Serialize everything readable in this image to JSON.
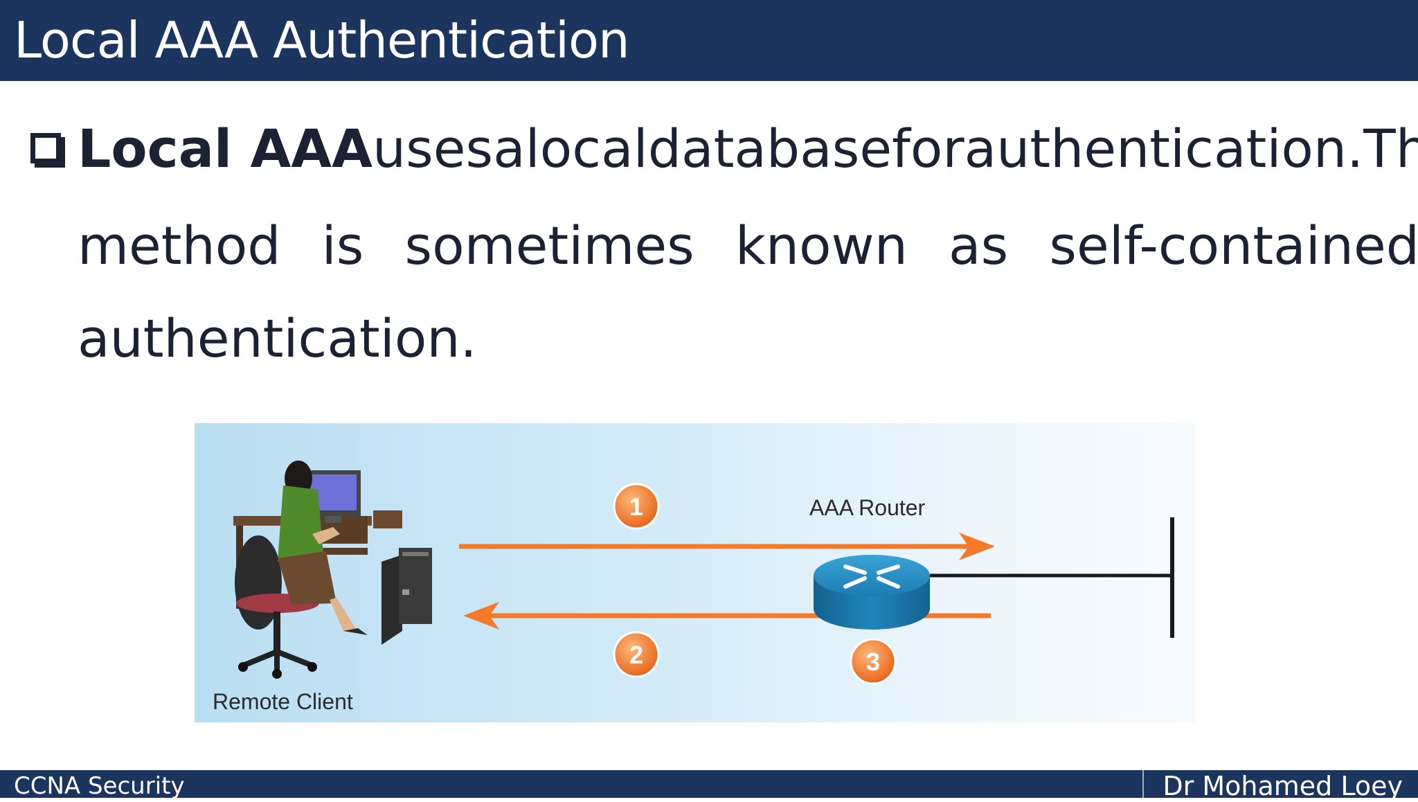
{
  "header": {
    "title": "Local AAA Authentication"
  },
  "body": {
    "line1_bold": "Local AAA",
    "line1_words": [
      "uses",
      "a",
      "local",
      "database",
      "for",
      "authentication.",
      "This"
    ],
    "line2_words": [
      "method",
      "is",
      "sometimes",
      "known",
      "as",
      "self-contained"
    ],
    "line3": "authentication."
  },
  "diagram": {
    "client_label": "Remote Client",
    "router_label": "AAA Router",
    "steps": [
      "1",
      "2",
      "3"
    ],
    "arrow_color": "#f47a2a",
    "router_color": "#1f7fb0"
  },
  "footer": {
    "left": "CCNA Security",
    "right": "Dr Mohamed Loey"
  }
}
